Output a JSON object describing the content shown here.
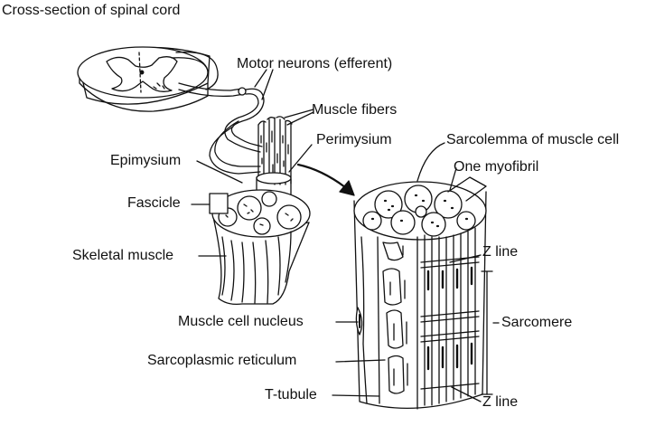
{
  "labels": {
    "spinal_cord": "Cross-section of spinal cord",
    "motor_neurons": "Motor neurons (efferent)",
    "muscle_fibers": "Muscle fibers",
    "perimysium": "Perimysium",
    "sarcolemma": "Sarcolemma of muscle cell",
    "epimysium": "Epimysium",
    "one_myofibril": "One myofibril",
    "fascicle": "Fascicle",
    "z_line_top": "Z line",
    "skeletal_muscle": "Skeletal muscle",
    "sarcomere": "Sarcomere",
    "muscle_cell_nucleus": "Muscle cell nucleus",
    "sarcoplasmic_reticulum": "Sarcoplasmic reticulum",
    "t_tubule": "T-tubule",
    "z_line_bottom": "Z line"
  }
}
